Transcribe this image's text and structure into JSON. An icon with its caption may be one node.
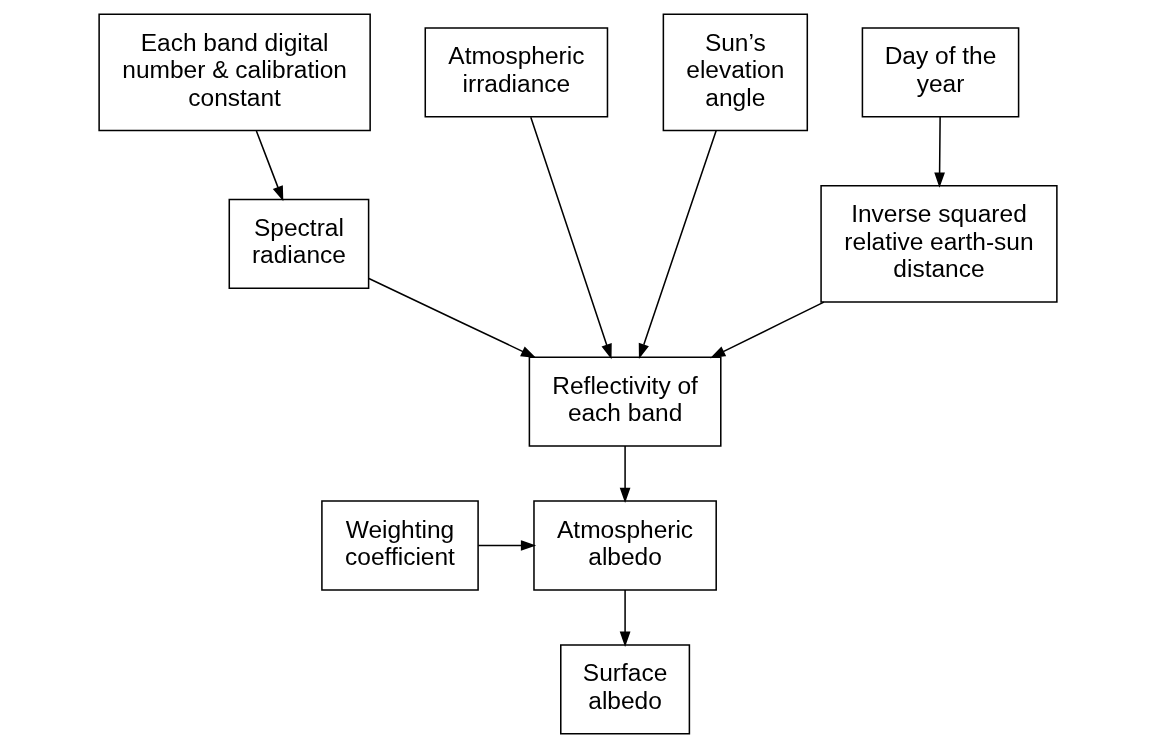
{
  "diagram": {
    "nodes": [
      {
        "text": [
          "Each band digital number & calibration constant"
        ]
      },
      {
        "text": [
          "Atmospheric irradiance"
        ]
      },
      {
        "text": [
          "Sun’s elevation angle"
        ]
      },
      {
        "text": [
          "Day of the year"
        ]
      },
      {
        "text": [
          "Spectral radiance"
        ]
      },
      {
        "text": [
          "Inverse squared relative earth-sun distance"
        ]
      },
      {
        "text": [
          "Reflectivity of each band"
        ]
      },
      {
        "text": [
          "Weighting coefficient"
        ]
      },
      {
        "text": [
          "Atmospheric albedo"
        ]
      },
      {
        "text": [
          "Surface albedo"
        ]
      }
    ],
    "edges": [
      {
        "from": 0,
        "to": 4,
        "arrow": "to"
      },
      {
        "from": 3,
        "to": 5,
        "arrow": "to"
      },
      {
        "from": 4,
        "to": 6,
        "arrow": "to"
      },
      {
        "from": 1,
        "to": 6,
        "arrow": "to"
      },
      {
        "from": 2,
        "to": 6,
        "arrow": "to"
      },
      {
        "from": 5,
        "to": 6,
        "arrow": "to"
      },
      {
        "from": 6,
        "to": 8,
        "arrow": "to"
      },
      {
        "from": 7,
        "to": 8,
        "arrow": "to"
      },
      {
        "from": 8,
        "to": 9,
        "arrow": "to"
      }
    ]
  }
}
